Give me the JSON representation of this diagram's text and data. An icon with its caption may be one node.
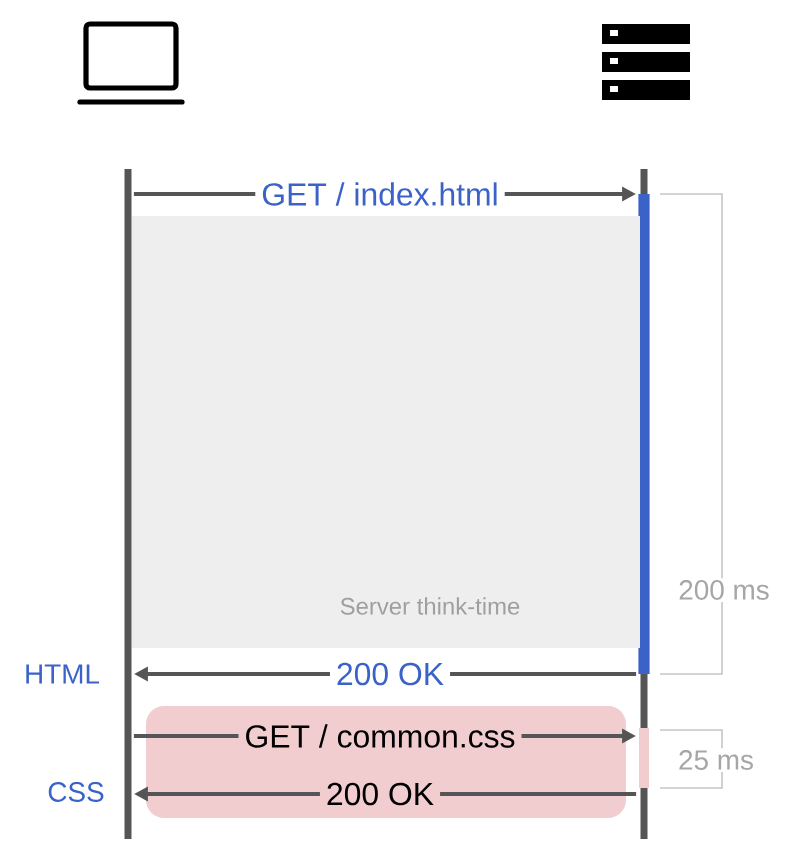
{
  "diagram": {
    "nodes": [
      {
        "text": [],
        "shape": "laptop"
      },
      {
        "text": [],
        "shape": "server"
      },
      {
        "text": [],
        "shape": "bar"
      },
      {
        "text": [],
        "shape": "bar"
      },
      {
        "text": [
          "Server think-time"
        ]
      }
    ],
    "edges": [
      {
        "from": 2,
        "to": 3,
        "arrow": "to",
        "label": "GET / index.html"
      },
      {
        "from": 3,
        "to": 2,
        "arrow": "to",
        "label": "200 OK"
      },
      {
        "from": 2,
        "to": 3,
        "arrow": "to",
        "label": "GET / common.css"
      },
      {
        "from": 3,
        "to": 2,
        "arrow": "to",
        "label": "200 OK"
      }
    ],
    "labels": [
      "200 ms",
      "HTML",
      "25 ms",
      "CSS"
    ]
  }
}
